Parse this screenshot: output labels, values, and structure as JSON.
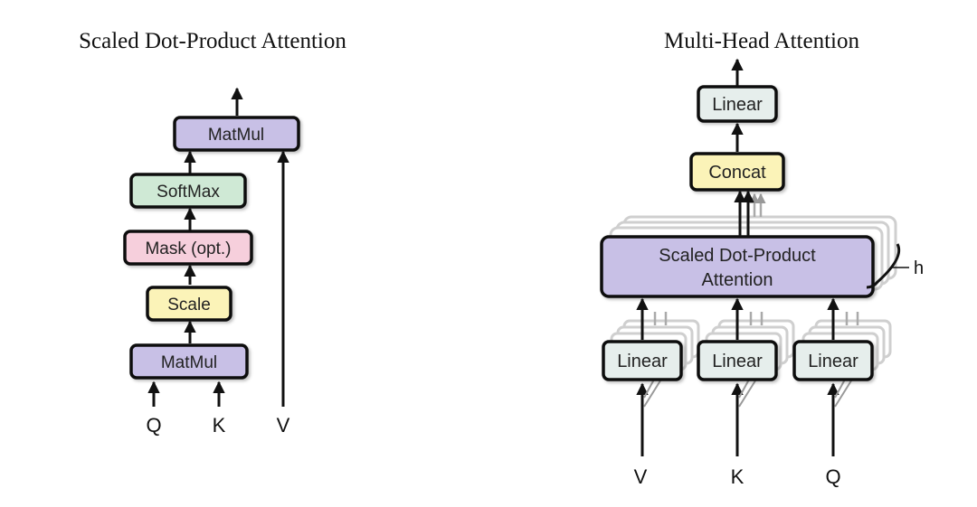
{
  "left": {
    "title": "Scaled Dot-Product Attention",
    "blocks": {
      "matmul_top": "MatMul",
      "softmax": "SoftMax",
      "mask": "Mask (opt.)",
      "scale": "Scale",
      "matmul_bottom": "MatMul"
    },
    "inputs": {
      "q": "Q",
      "k": "K",
      "v": "V"
    }
  },
  "right": {
    "title": "Multi-Head Attention",
    "blocks": {
      "linear_top": "Linear",
      "concat": "Concat",
      "attention_line1": "Scaled Dot-Product",
      "attention_line2": "Attention",
      "linear_v": "Linear",
      "linear_k": "Linear",
      "linear_q": "Linear"
    },
    "heads_label": "h",
    "inputs": {
      "v": "V",
      "k": "K",
      "q": "Q"
    }
  },
  "colors": {
    "matmul": "#c8c0e6",
    "softmax": "#cfe9d5",
    "mask": "#f6cfdc",
    "scale": "#fbf3b8",
    "linear": "#e6eeec",
    "concat": "#fbf3b8",
    "attention": "#c8c0e6",
    "stroke": "#111111"
  }
}
